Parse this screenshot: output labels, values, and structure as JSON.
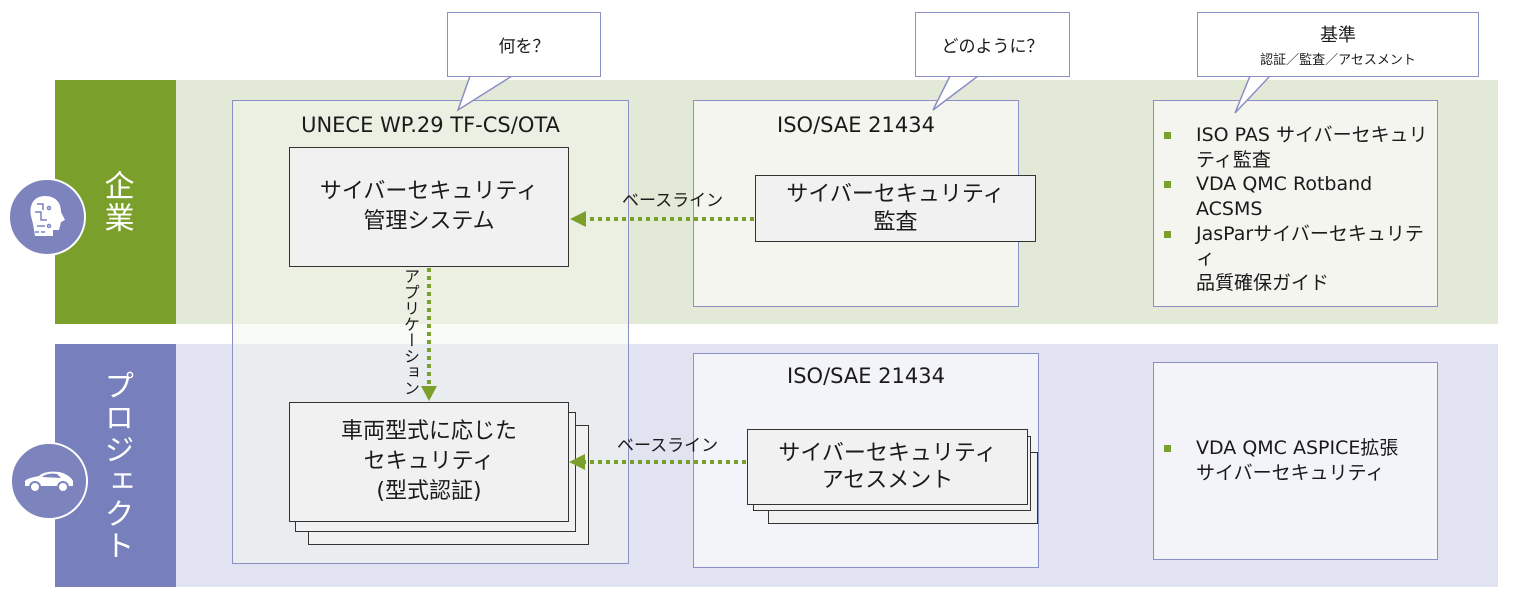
{
  "colors": {
    "enterprise_band": "#7aa02b",
    "project_band": "#7780bc",
    "enterprise_bg": "#e2e9d6",
    "project_bg": "#e1e3f0",
    "arrow": "#7aa02b",
    "panel_border": "#8a8fc4"
  },
  "bands": {
    "enterprise": {
      "label": "企業",
      "icon": "ai-head-icon"
    },
    "project": {
      "label": "プロジェクト",
      "icon": "car-icon"
    }
  },
  "callouts": {
    "what": {
      "text": "何を？"
    },
    "how": {
      "text": "どのように？"
    },
    "criteria": {
      "title": "基準",
      "subtitle": "認証／監査／アセスメント"
    }
  },
  "columns": {
    "unece": {
      "title": "UNECE WP.29 TF-CS/OTA",
      "csms_box": [
        "サイバーセキュリティ",
        "管理システム"
      ],
      "vehicle_box": [
        "車両型式に応じた",
        "セキュリティ",
        "(型式認証)"
      ],
      "application_label": "アプリケーション"
    },
    "iso_enterprise": {
      "title": "ISO/SAE 21434",
      "audit_box": [
        "サイバーセキュリティ",
        "監査"
      ],
      "baseline_label": "ベースライン"
    },
    "iso_project": {
      "title": "ISO/SAE 21434",
      "assessment_box": [
        "サイバーセキュリティ",
        "アセスメント"
      ],
      "baseline_label": "ベースライン"
    },
    "standards_enterprise": {
      "items": [
        [
          "ISO PAS サイバーセキュリ",
          "ティ監査"
        ],
        [
          "VDA QMC Rotband",
          "ACSMS"
        ],
        [
          "JasParサイバーセキュリティ",
          "品質確保ガイド"
        ]
      ]
    },
    "standards_project": {
      "items": [
        [
          "VDA QMC ASPICE拡張",
          "サイバーセキュリティ"
        ]
      ]
    }
  }
}
